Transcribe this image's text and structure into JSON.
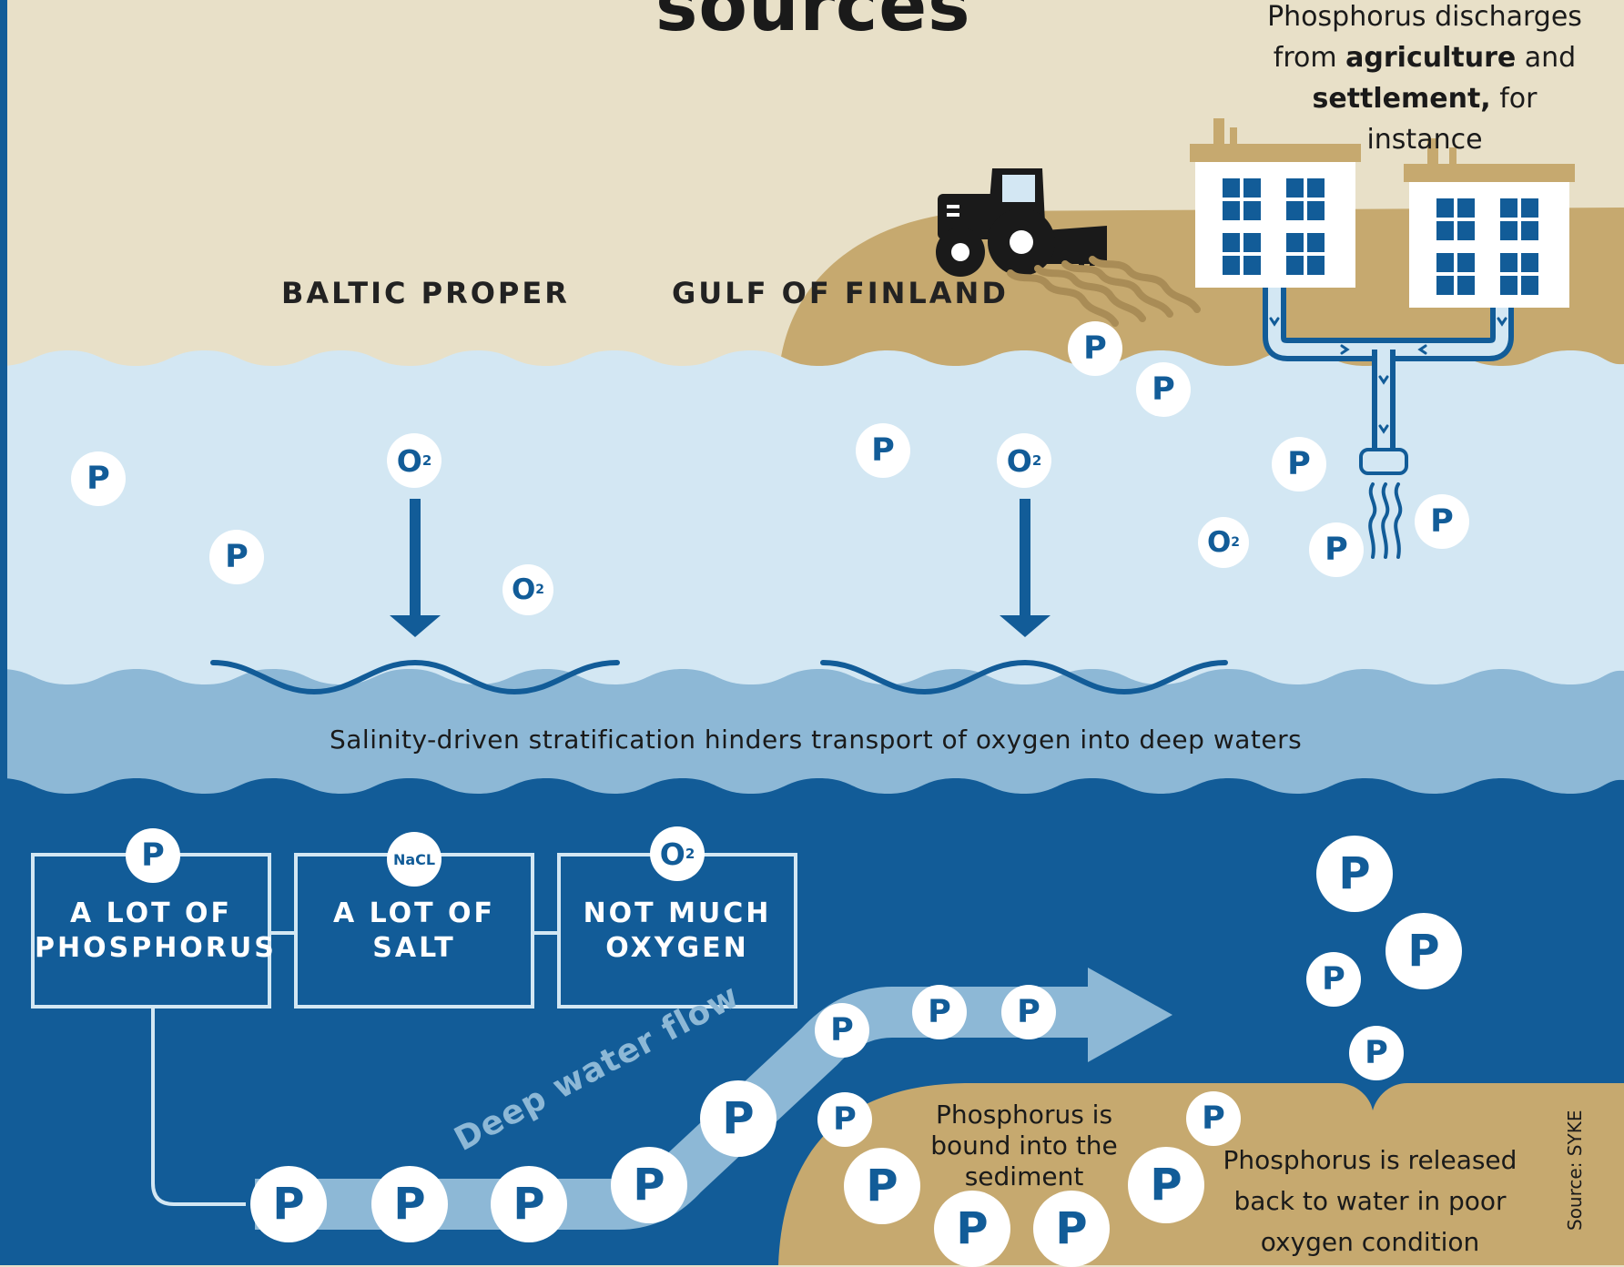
{
  "title": "sources",
  "regions": {
    "baltic_proper": "BALTIC PROPER",
    "gulf_of_finland": "GULF OF FINLAND"
  },
  "discharge_caption": {
    "line1": "Phosphorus discharges",
    "line2_pre": "from ",
    "line2_bold": "agriculture",
    "line2_post": " and",
    "line3_bold": "settlement,",
    "line3_post": " for instance"
  },
  "stratification_text": "Salinity-driven stratification hinders transport of oxygen into deep waters",
  "boxes": [
    {
      "line1": "A LOT OF",
      "line2": "PHOSPHORUS",
      "badge": "P"
    },
    {
      "line1": "A LOT OF",
      "line2": "SALT",
      "badge": "NaCL"
    },
    {
      "line1": "NOT MUCH",
      "line2": "OXYGEN",
      "badge": "O2"
    }
  ],
  "deep_water_flow": "Deep water flow",
  "sediment_bound": "Phosphorus is bound into the sediment",
  "sediment_released": "Phosphorus is released back to water in poor oxygen condition",
  "source": "Source: SYKE",
  "symbols": {
    "phosphorus": "P",
    "oxygen": "O",
    "oxygen_sub": "2"
  },
  "colors": {
    "sky": "#e8e0c8",
    "land": "#c6a96f",
    "surface_water": "#d3e7f3",
    "halocline": "#8db8d6",
    "deep_water": "#125c98",
    "accent_blue": "#125c98",
    "white": "#ffffff"
  }
}
